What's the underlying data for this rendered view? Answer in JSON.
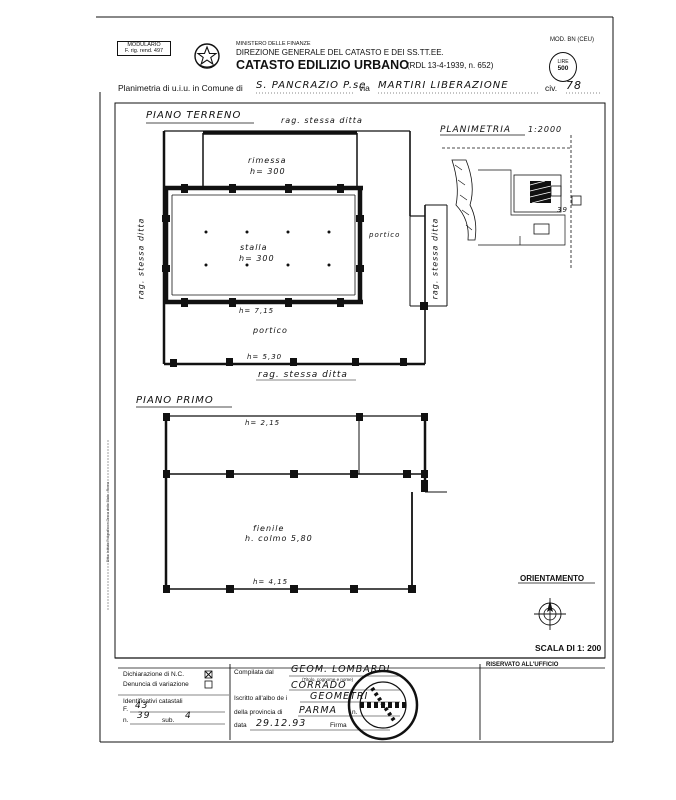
{
  "header": {
    "form_box_line1": "MODULARIO",
    "form_box_line2": "F. rig. rend. 497",
    "ministry": "MINISTERO DELLE FINANZE",
    "direction": "DIREZIONE GENERALE DEL CATASTO E DEI SS.TT.EE.",
    "catasto": "CATASTO EDILIZIO URBANO",
    "rdl": "(RDL 13-4-1939, n. 652)",
    "mod": "MOD. BN (CEU)",
    "lire_label": "LIRE",
    "lire_value": "500"
  },
  "planimetria_line": {
    "prefix": "Planimetria di u.i.u. in Comune di",
    "comune": "S. PANCRAZIO P.se",
    "via_label": "via",
    "via": "MARTIRI LIBERAZIONE",
    "civ_label": "civ.",
    "civ": "78"
  },
  "plan": {
    "piano_terreno": "PIANO TERRENO",
    "rag_top": "rag. stessa ditta",
    "rimessa": "rimessa",
    "rimessa_h": "h= 300",
    "stalla": "stalla",
    "stalla_h": "h= 300",
    "portico_right": "portico",
    "rag_left": "rag. stessa ditta",
    "rag_right": "rag. stessa ditta",
    "h715": "h= 7,15",
    "portico": "portico",
    "h530": "h= 5,30",
    "rag_bottom": "rag. stessa ditta",
    "planimetria_title": "PLANIMETRIA",
    "planimetria_scale": "1:2000",
    "parcel": "39",
    "piano_primo": "PIANO PRIMO",
    "h215": "h= 2,15",
    "fienile": "fienile",
    "h_colmo": "h. colmo 5,80",
    "h415": "h= 4,15",
    "orientamento": "ORIENTAMENTO",
    "scala": "SCALA DI 1: 200"
  },
  "footer": {
    "dichiarazione": "Dichiarazione di N.C.",
    "denuncia": "Denuncia di variazione",
    "identificativi": "Identificativi catastali",
    "foglio_label": "F.",
    "foglio": "43",
    "n_label": "n.",
    "n": "39",
    "sub_label": "sub.",
    "sub": "4",
    "compilata": "Compilata dal",
    "compilatore1": "GEOM. LOMBARDI",
    "compilatore_note": "(Titolo, cognome e nome)",
    "compilatore2": "CORRADO",
    "iscritto": "Iscritto all'albo de i",
    "albo": "GEOMETRI",
    "provincia_label": "della provincia di",
    "provincia": "PARMA",
    "n_albo_label": "n.",
    "data_label": "data",
    "data": "29.12.93",
    "firma": "Firma",
    "riservato": "RISERVATO ALL'UFFICIO",
    "side_note": "Ditta: Istituto Poligrafico e Zecca dello Stato - Roma"
  }
}
